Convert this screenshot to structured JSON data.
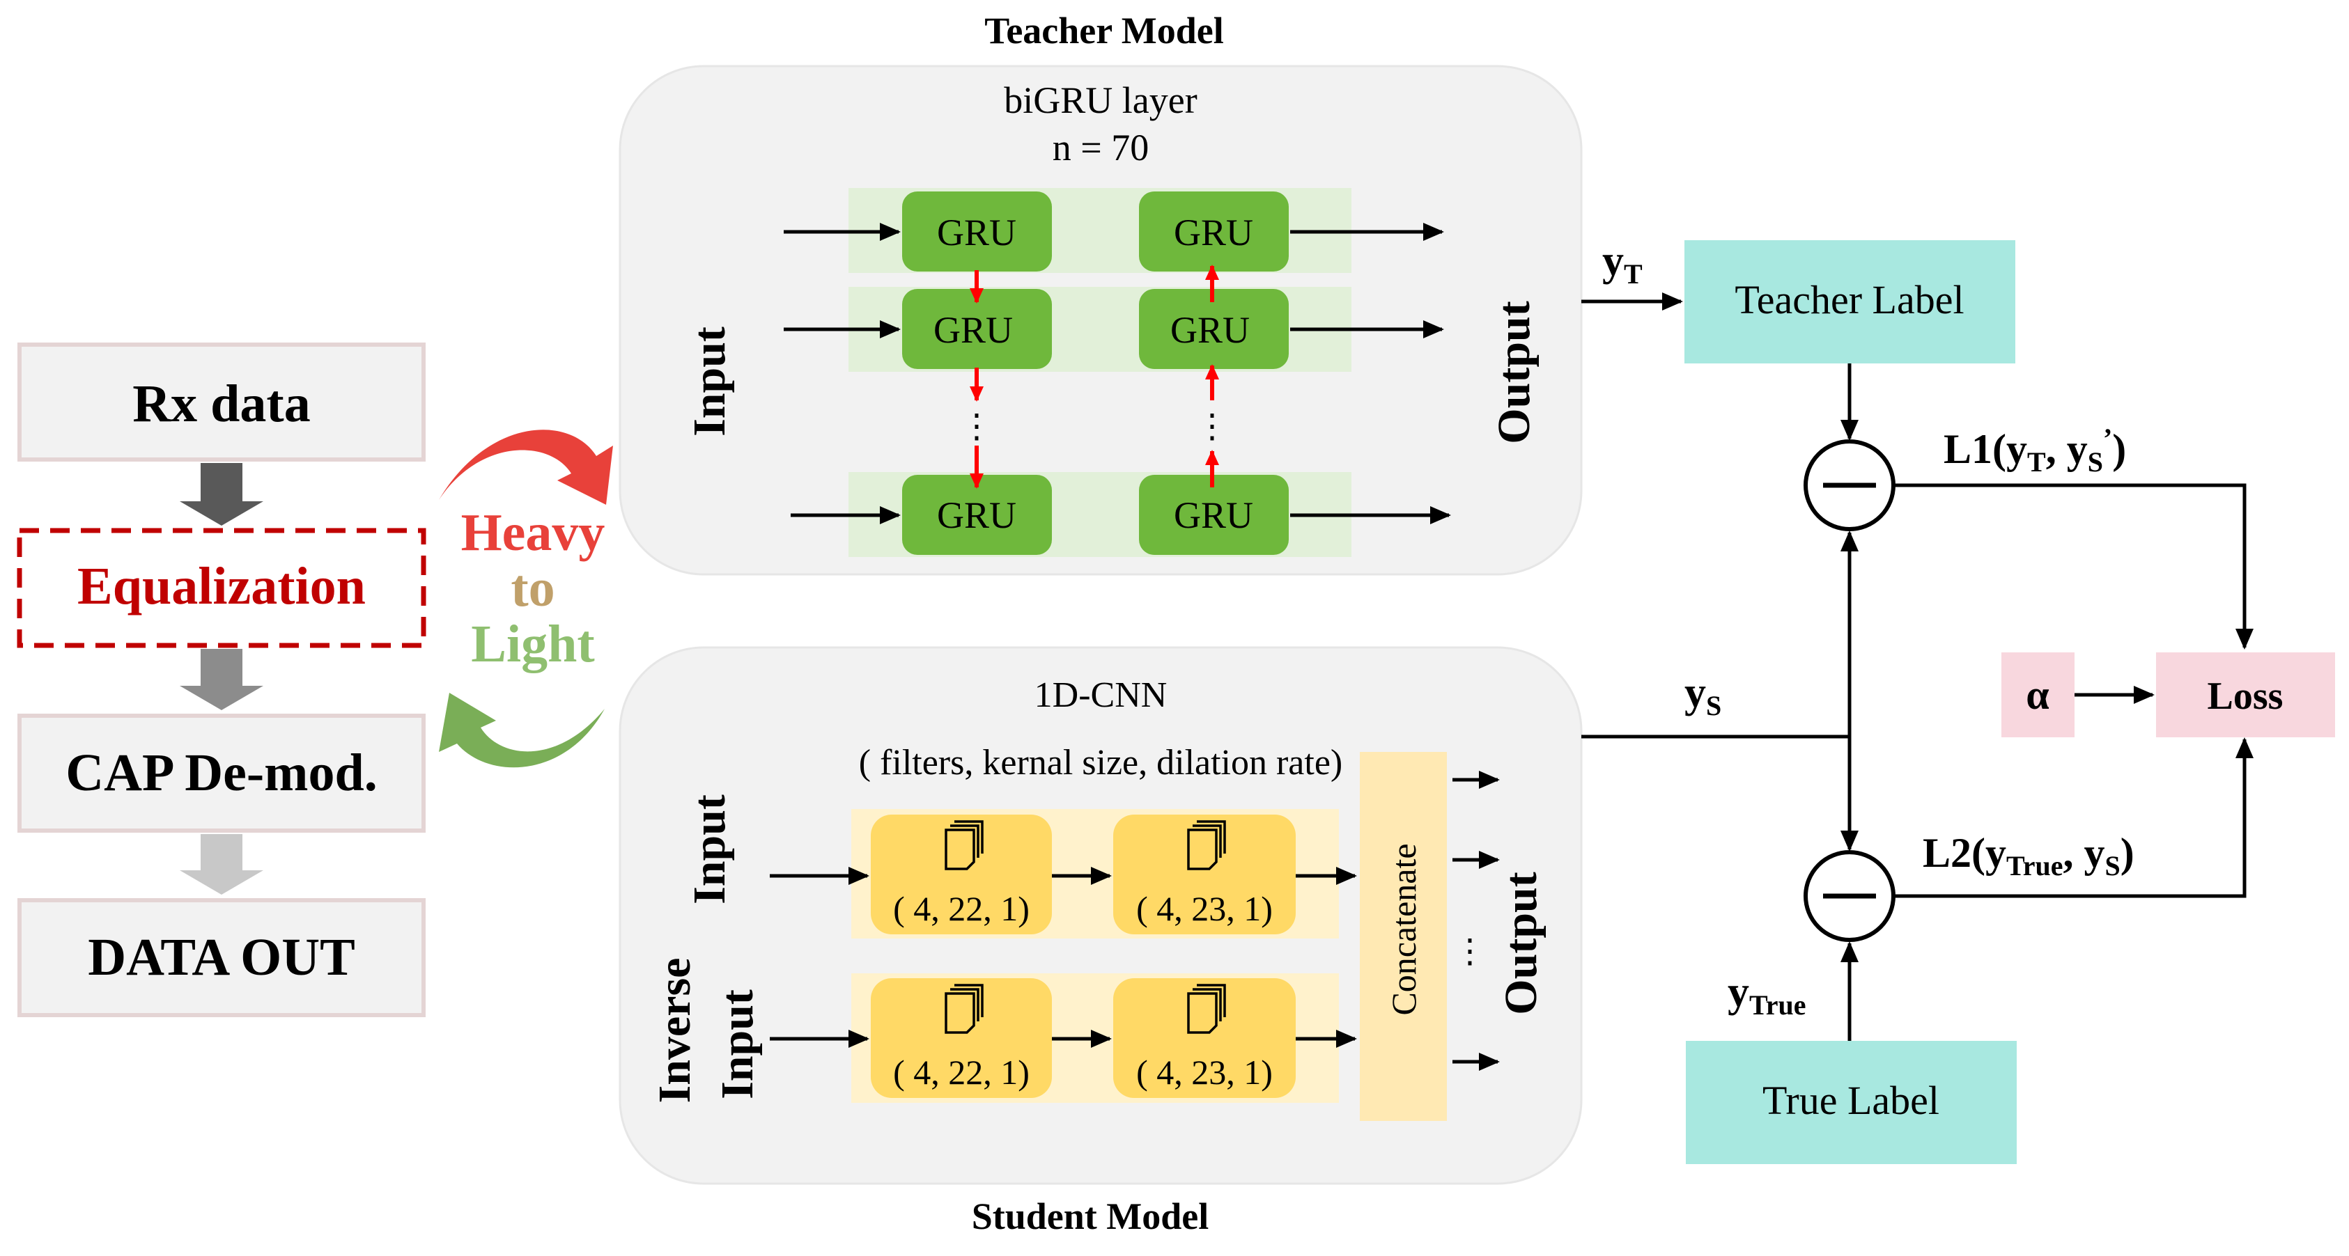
{
  "pipeline": {
    "steps": [
      "Rx data",
      "Equalization",
      "CAP De-mod.",
      "DATA OUT"
    ]
  },
  "transfer": {
    "line1": "Heavy",
    "line2": "to",
    "line3": "Light"
  },
  "teacher": {
    "title": "Teacher Model",
    "layer_line1": "biGRU layer",
    "layer_line2": "n = 70",
    "cell": "GRU",
    "input": "Input",
    "output": "Output",
    "dots": "⋮"
  },
  "student": {
    "title": "Student Model",
    "layer_line1": "1D-CNN",
    "layer_line2": "( filters, kernal size, dilation rate)",
    "conv1": "( 4, 22, 1)",
    "conv2": "( 4, 23, 1)",
    "input": "Input",
    "inverse_line1": "Inverse",
    "inverse_line2": "Input",
    "concat": "Concatenate",
    "output": "Output",
    "dots": "⋮"
  },
  "loss": {
    "yT_main": "y",
    "yT_sub": "T",
    "yS_main": "y",
    "yS_sub": "S",
    "yTrue_main": "y",
    "yTrue_sub": "True",
    "teacher_label": "Teacher Label",
    "true_label": "True Label",
    "l1_a": "L1(y",
    "l1_sub1": "T",
    "l1_b": ", y",
    "l1_sub2": "S",
    "l1_sup": "’",
    "l1_c": ")",
    "l2_a": "L2(y",
    "l2_sub1": "True",
    "l2_b": ", y",
    "l2_sub2": "S",
    "l2_c": ")",
    "alpha": "α",
    "loss": "Loss"
  }
}
